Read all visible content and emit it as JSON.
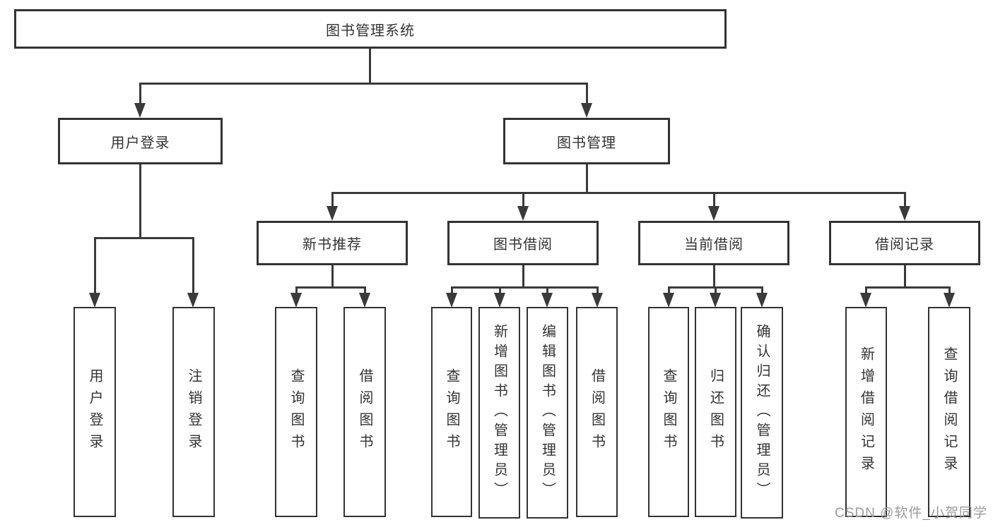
{
  "diagram": {
    "tree": {
      "label": "图书管理系统",
      "children": [
        {
          "label": "用户登录",
          "children": [
            {
              "label": "用户登录"
            },
            {
              "label": "注销登录"
            }
          ]
        },
        {
          "label": "图书管理",
          "children": [
            {
              "label": "新书推荐",
              "children": [
                {
                  "label": "查询图书"
                },
                {
                  "label": "借阅图书"
                }
              ]
            },
            {
              "label": "图书借阅",
              "children": [
                {
                  "label": "查询图书"
                },
                {
                  "label": "新增图书（管理员）"
                },
                {
                  "label": "编辑图书（管理员）"
                },
                {
                  "label": "借阅图书"
                }
              ]
            },
            {
              "label": "当前借阅",
              "children": [
                {
                  "label": "查询图书"
                },
                {
                  "label": "归还图书"
                },
                {
                  "label": "确认归还（管理员）"
                }
              ]
            },
            {
              "label": "借阅记录",
              "children": [
                {
                  "label": "新增借阅记录"
                },
                {
                  "label": "查询借阅记录"
                }
              ]
            }
          ]
        }
      ]
    }
  },
  "watermark": {
    "text": "CSDN @软件_小贺同学",
    "color": "#9b9b9b"
  },
  "colors": {
    "line": "#3a3a3a",
    "border": "#333333",
    "text": "#333333",
    "background": "#ffffff"
  }
}
